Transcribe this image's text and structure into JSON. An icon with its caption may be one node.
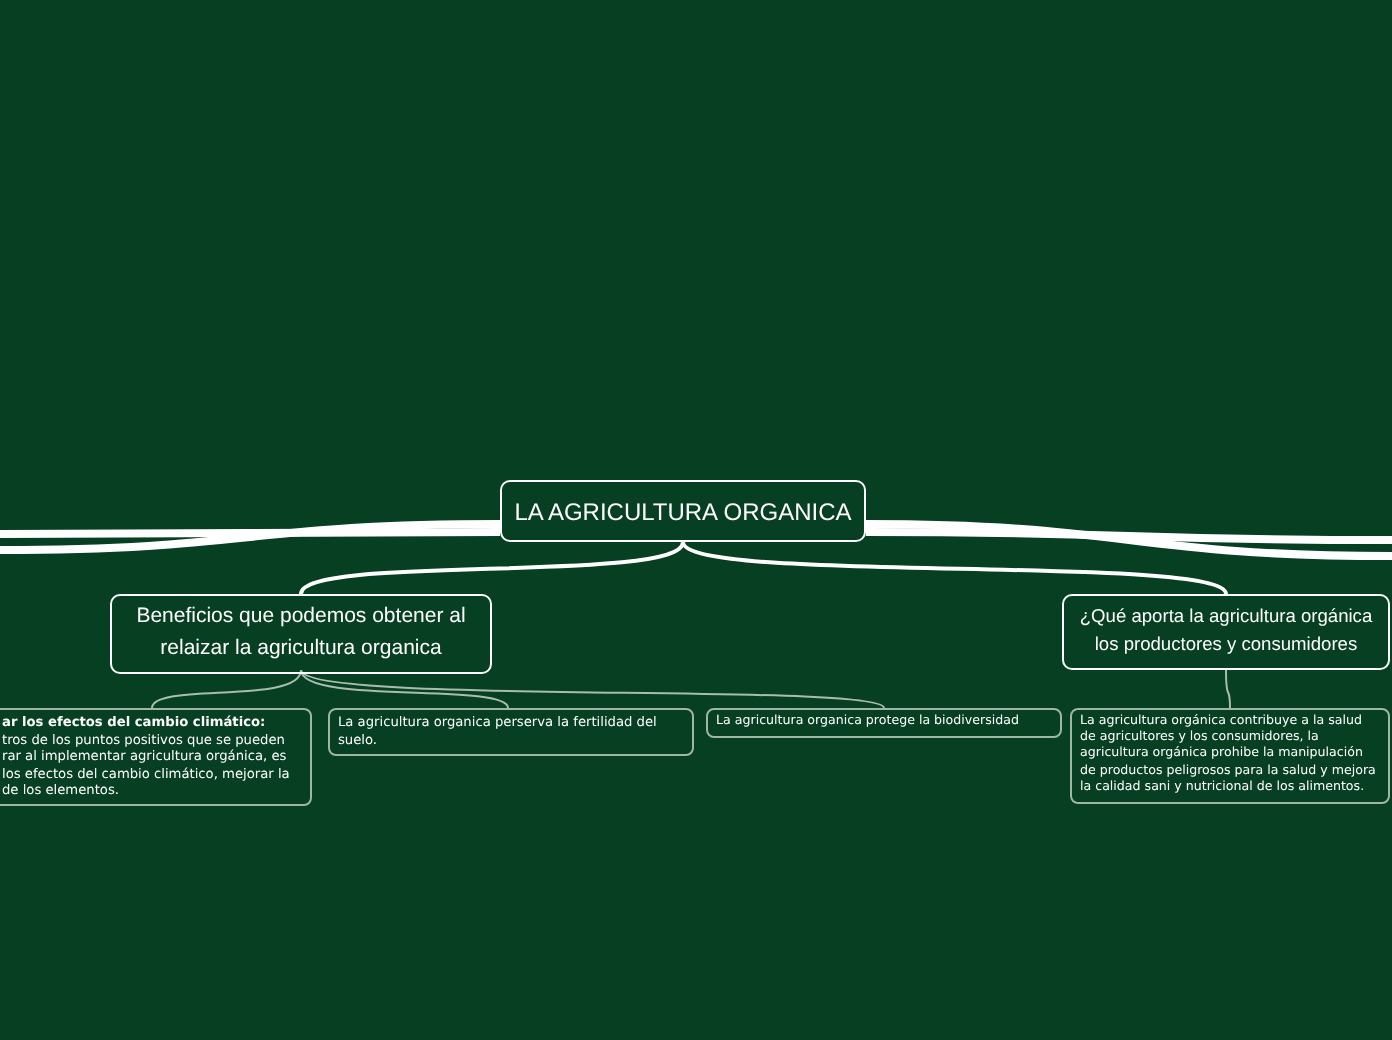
{
  "diagram": {
    "nodes": [
      {
        "text": [
          "LA AGRICULTURA ORGANICA"
        ]
      },
      {
        "text": [
          "Beneficios que podemos obtener al relaizar la agricultura organica"
        ]
      },
      {
        "text": [
          "ar los efectos del cambio climático:",
          "tros de los puntos positivos que se pueden rar al implementar agricultura orgánica, es los efectos del cambio climático, mejorar la de los elementos."
        ]
      },
      {
        "text": [
          "La agricultura organica perserva la fertilidad del suelo."
        ]
      },
      {
        "text": [
          "La agricultura organica protege la biodiversidad"
        ]
      },
      {
        "text": [
          "¿Qué aporta la agricultura orgánica los productores y consumidores"
        ]
      },
      {
        "text": [
          "La agricultura orgánica contribuye a la salud de agricultores y los consumidores, la agricultura orgánica prohibe la manipulación de productos peligrosos para la salud y mejora la calidad sani y nutricional de los alimentos."
        ]
      }
    ],
    "edges": [
      {
        "from": 0,
        "to": 1,
        "arrow": "none"
      },
      {
        "from": 0,
        "to": 5,
        "arrow": "none"
      },
      {
        "from": 1,
        "to": 2,
        "arrow": "none",
        "color": "#a9bcae"
      },
      {
        "from": 1,
        "to": 3,
        "arrow": "none",
        "color": "#a9bcae"
      },
      {
        "from": 1,
        "to": 4,
        "arrow": "none",
        "color": "#a9bcae"
      },
      {
        "from": 5,
        "to": 6,
        "arrow": "none",
        "color": "#a9bcae"
      },
      {
        "from": 0,
        "to": null,
        "arrow": "none",
        "style": "thick"
      },
      {
        "from": 0,
        "to": null,
        "arrow": "none",
        "style": "thick"
      },
      {
        "from": 0,
        "to": null,
        "arrow": "none",
        "style": "thick"
      },
      {
        "from": 0,
        "to": null,
        "arrow": "none",
        "style": "thick"
      }
    ]
  }
}
